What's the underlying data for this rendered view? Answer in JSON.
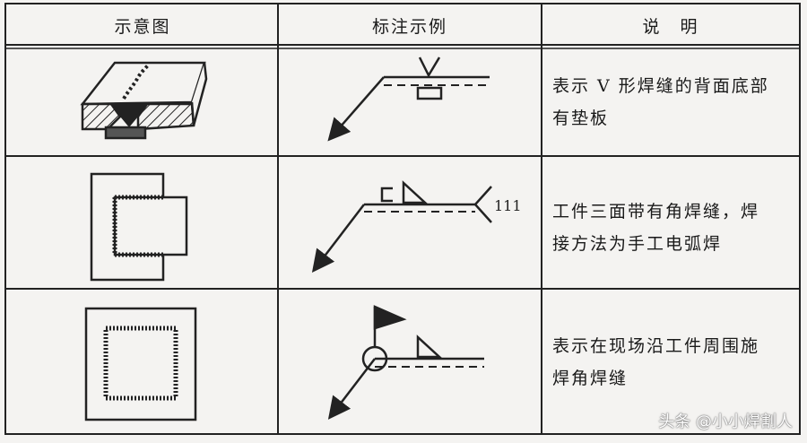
{
  "table": {
    "headers": [
      "示意图",
      "标注示例",
      "说　明"
    ],
    "rows": [
      {
        "description_line1": "表示 V 形焊缝的背面底部",
        "description_line2": "有垫板",
        "note_mark": ""
      },
      {
        "description_line1": "工件三面带有角焊缝，焊",
        "description_line2": "接方法为手工电弧焊",
        "note_mark": "111"
      },
      {
        "description_line1": "表示在现场沿工件周围施",
        "description_line2": "焊角焊缝",
        "note_mark": ""
      }
    ]
  },
  "watermark": "头条 @小小焊割人",
  "colors": {
    "line": "#222222",
    "background": "#f4f3f1"
  }
}
